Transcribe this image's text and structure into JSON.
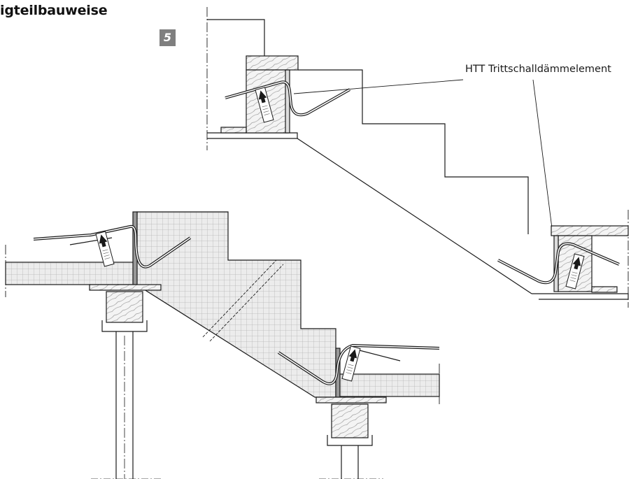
{
  "heading": "igteilbauweise",
  "figure_number": "5",
  "callout_label": "HTT Trittschalldämmelement",
  "colors": {
    "line": "#1a1a1a",
    "badge_bg": "#7f7f7f",
    "concrete_grid": "#b5b5b5",
    "timber_grain": "#8a8a8a"
  }
}
